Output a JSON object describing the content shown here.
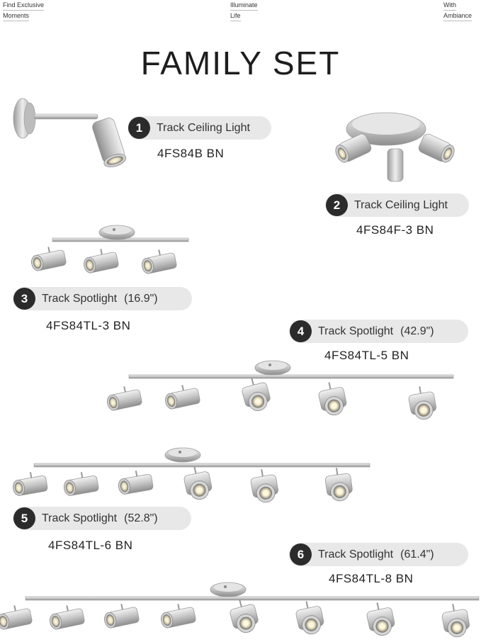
{
  "nav": [
    {
      "line1": "Find Exclusive",
      "line2": "Moments"
    },
    {
      "line1": "Illuminate",
      "line2": "Life"
    },
    {
      "line1": "With",
      "line2": "Ambiance"
    }
  ],
  "title": "FAMILY SET",
  "products": [
    {
      "number": "1",
      "name": "Track Ceiling Light",
      "size": "",
      "code": "4FS84B BN"
    },
    {
      "number": "2",
      "name": "Track Ceiling Light",
      "size": "",
      "code": "4FS84F-3 BN"
    },
    {
      "number": "3",
      "name": "Track Spotlight",
      "size": "(16.9\")",
      "code": "4FS84TL-3 BN"
    },
    {
      "number": "4",
      "name": "Track Spotlight",
      "size": "(42.9\")",
      "code": "4FS84TL-5 BN"
    },
    {
      "number": "5",
      "name": "Track Spotlight",
      "size": "(52.8\")",
      "code": "4FS84TL-6 BN"
    },
    {
      "number": "6",
      "name": "Track Spotlight",
      "size": "(61.4\")",
      "code": "4FS84TL-8 BN"
    }
  ]
}
